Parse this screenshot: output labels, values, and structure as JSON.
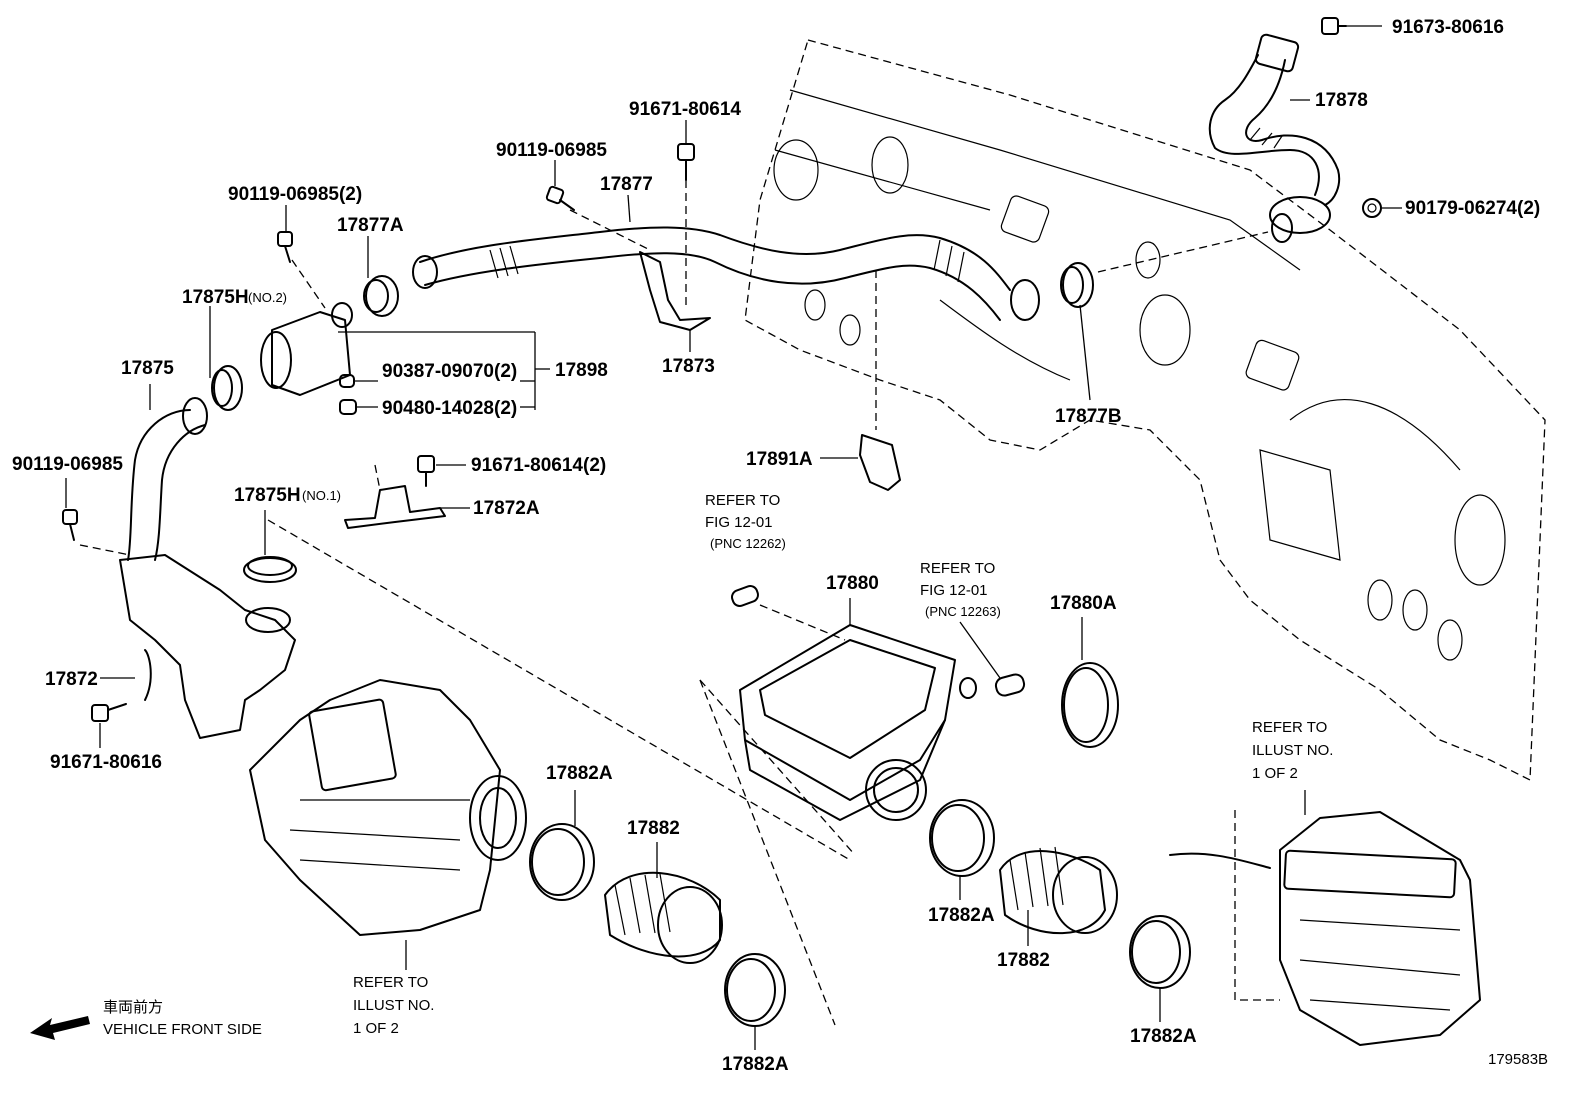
{
  "labels": {
    "p91673_80616": "91673-80616",
    "p17878": "17878",
    "p90179_06274": "90179-06274(2)",
    "p91671_80614_top": "91671-80614",
    "p90119_06985_mid": "90119-06985",
    "p17877": "17877",
    "p90119_06985_2": "90119-06985(2)",
    "p17877A": "17877A",
    "p17875H_no2": "17875H",
    "p17875H_no2_sub": "(NO.2)",
    "p17875": "17875",
    "p90387": "90387-09070(2)",
    "p90480": "90480-14028(2)",
    "p17898": "17898",
    "p17873": "17873",
    "p17877B": "17877B",
    "p17891A": "17891A",
    "p90119_06985_left": "90119-06985",
    "p91671_80614_2": "91671-80614(2)",
    "p17875H_no1": "17875H",
    "p17875H_no1_sub": "(NO.1)",
    "p17872A": "17872A",
    "p17880": "17880",
    "p17880A": "17880A",
    "p17872": "17872",
    "p91671_80616": "91671-80616",
    "p17882A_1": "17882A",
    "p17882_1": "17882",
    "p17882A_2": "17882A",
    "p17882_2": "17882",
    "p17882A_3": "17882A",
    "p17882A_4": "17882A",
    "fig_code": "179583B"
  },
  "refs": {
    "ref_fig_a_line1": "REFER TO",
    "ref_fig_a_line2": "FIG 12-01",
    "ref_fig_a_line3": "(PNC 12262)",
    "ref_fig_b_line1": "REFER TO",
    "ref_fig_b_line2": "FIG 12-01",
    "ref_fig_b_line3": "(PNC 12263)",
    "ref_illust_a_line1": "REFER TO",
    "ref_illust_a_line2": "ILLUST NO.",
    "ref_illust_a_line3": "1 OF 2",
    "ref_illust_b_line1": "REFER TO",
    "ref_illust_b_line2": "ILLUST NO.",
    "ref_illust_b_line3": "1 OF 2"
  },
  "front": {
    "jp": "車両前方",
    "en": "VEHICLE FRONT SIDE"
  }
}
